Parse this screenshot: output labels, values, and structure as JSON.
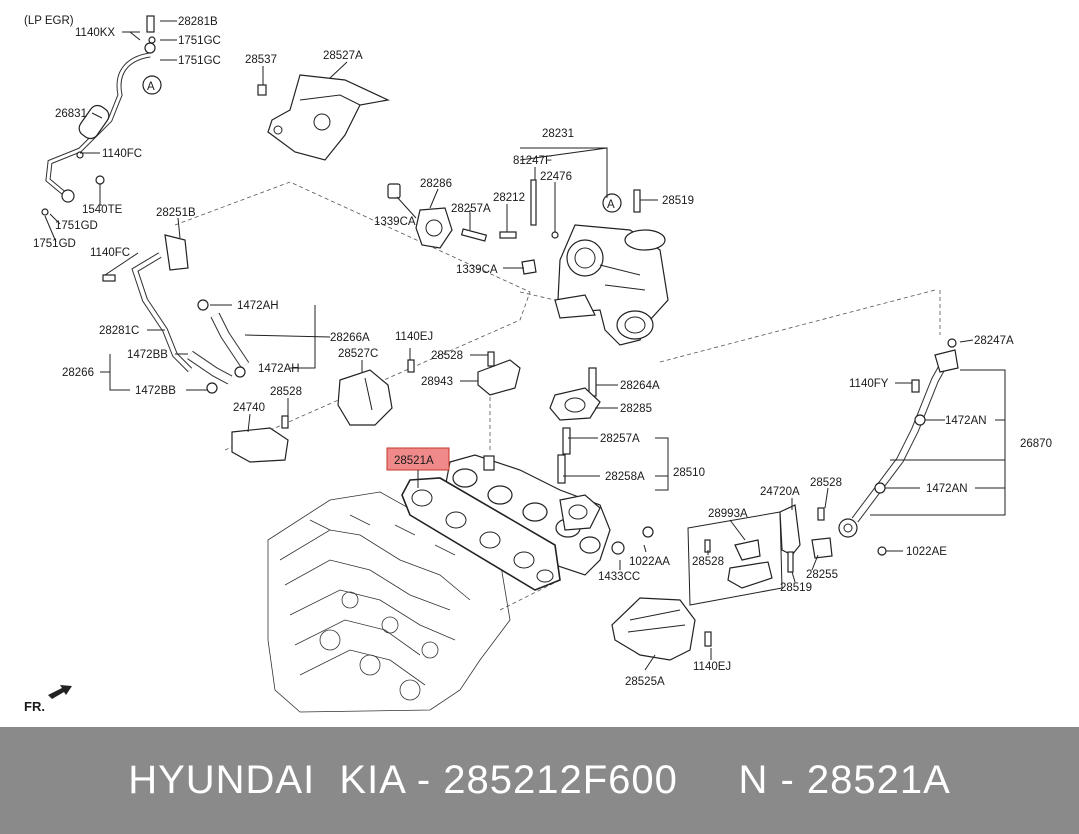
{
  "diagram": {
    "header_note": "(LP EGR)",
    "fr_label": "FR.",
    "ref_marker": "A",
    "highlight_color": "#f08a8a",
    "labels": {
      "l1140kx": "1140KX",
      "l28281b": "28281B",
      "l1751gc_1": "1751GC",
      "l1751gc_2": "1751GC",
      "l28537": "28537",
      "l28527a": "28527A",
      "l26831": "26831",
      "l1140fc_1": "1140FC",
      "l1540te": "1540TE",
      "l1751gd_1": "1751GD",
      "l1751gd_2": "1751GD",
      "l28231": "28231",
      "l81247f": "81247F",
      "l22476": "22476",
      "l28286": "28286",
      "l28212": "28212",
      "l28519_1": "28519",
      "l28257a_1": "28257A",
      "l1339ca_1": "1339CA",
      "l1339ca_2": "1339CA",
      "l28251b": "28251B",
      "l1140fc_2": "1140FC",
      "l1472ah_1": "1472AH",
      "l28281c": "28281C",
      "l28266a": "28266A",
      "l1472ah_2": "1472AH",
      "l1472bb_1": "1472BB",
      "l28266": "28266",
      "l1472bb_2": "1472BB",
      "l1140ej_1": "1140EJ",
      "l28527c": "28527C",
      "l28528_1": "28528",
      "l28943": "28943",
      "l28528_2": "28528",
      "l24740": "24740",
      "l28264a": "28264A",
      "l28285": "28285",
      "l28247a": "28247A",
      "l1140fy": "1140FY",
      "l1472an_1": "1472AN",
      "l26870": "26870",
      "l28521a": "28521A",
      "l28257a_2": "28257A",
      "l28258a": "28258A",
      "l28510": "28510",
      "l24720a": "24720A",
      "l28528_3": "28528",
      "l1472an_2": "1472AN",
      "l28993a": "28993A",
      "l1022aa": "1022AA",
      "l1433cc": "1433CC",
      "l28528_4": "28528",
      "l28255": "28255",
      "l1022ae": "1022AE",
      "l28519_2": "28519",
      "l1140ej_2": "1140EJ",
      "l28525a": "28525A"
    }
  },
  "footer": {
    "text": "HYUNDAI  KIA - 285212F600     N - 28521A",
    "background": "#8a8a8a"
  }
}
